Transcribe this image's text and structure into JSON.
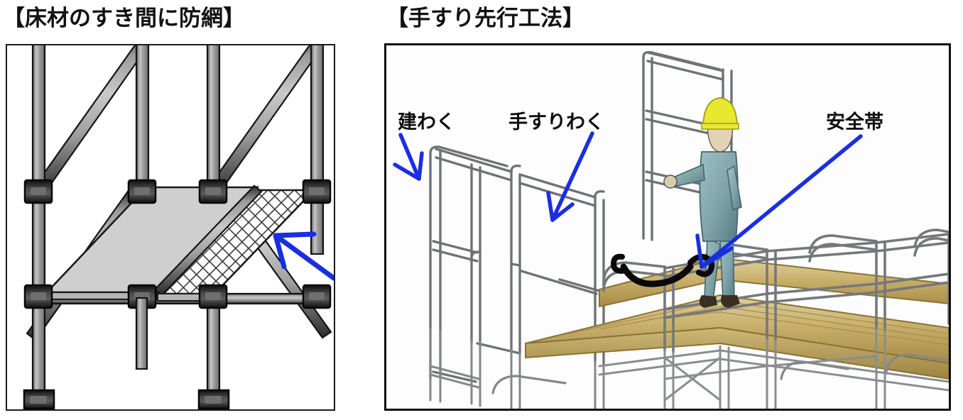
{
  "figure": {
    "left": {
      "title": "【床材のすき間に防網】",
      "caption_parts": {
        "bracket_open": "【",
        "text": "床材のすき間に防網",
        "bracket_close": "】"
      },
      "panel_border_color": "#1b1b1b",
      "arrow_color": "#1a2fe0",
      "element_names": {
        "vertical_post": "支柱",
        "diagonal_brace": "筋かい",
        "clamp": "クランプ",
        "deck_plate": "床材",
        "safety_net": "防網",
        "base_plate": "ベース金具"
      },
      "arrows": [
        {
          "name": "net-callout-arrow",
          "points_to": "防網",
          "color": "#1a2fe0"
        }
      ],
      "colors": {
        "tube_light": "#b9b9b9",
        "tube_mid": "#8a8a8a",
        "tube_dark": "#2a2a2a",
        "clamp": "#2b2b2b",
        "deck_fill": "#cfcfcf",
        "deck_edge": "#9a9a9a",
        "net_line": "#4a4a4a",
        "outline": "#111111"
      }
    },
    "right": {
      "title": "【手すり先行工法】",
      "caption_parts": {
        "bracket_open": "【",
        "text": "手すり先行工法",
        "bracket_close": "】"
      },
      "panel_border_color": "#101010",
      "arrow_color": "#1a2fe0",
      "labels": [
        {
          "id": "tatewaku",
          "text": "建わく",
          "arrow": "down-left"
        },
        {
          "id": "tesuriwaku",
          "text": "手すりわく",
          "arrow": "down-right"
        },
        {
          "id": "anzentai",
          "text": "安全帯",
          "arrow": "down-left"
        }
      ],
      "colors": {
        "frame_steel": "#8b8d8f",
        "frame_steel_dark": "#63666a",
        "deck_wood": "#c9b06a",
        "deck_wood_dark": "#a58b45",
        "deck_wood_light": "#ded0a0",
        "worker_clothes": "#7fa3a8",
        "worker_clothes_dark": "#567b82",
        "worker_helmet": "#e9e830",
        "worker_boots": "#3a2d22",
        "safety_belt": "#0a0a0a",
        "background": "#fdfdfd"
      },
      "worker": {
        "name": "作業員",
        "helmet_color": "#e9e830",
        "clothing_color": "#7fa3a8",
        "action": "手すりわくを組み立てている"
      }
    }
  }
}
